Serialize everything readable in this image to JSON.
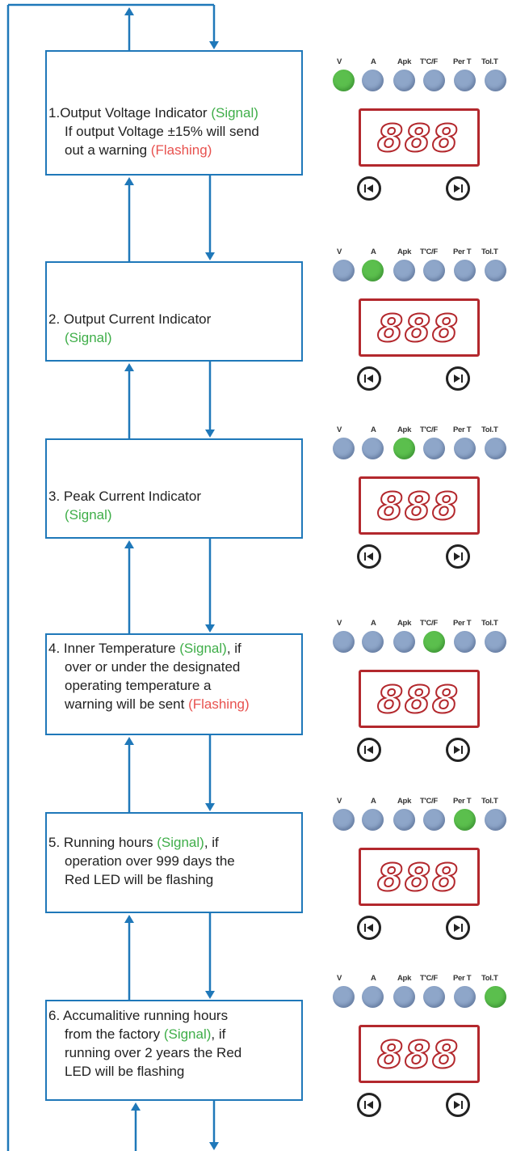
{
  "steps": [
    {
      "num": "1.",
      "lines": [
        [
          {
            "t": "Output Voltage Indicator "
          },
          {
            "t": "(Signal)",
            "c": "sig"
          }
        ],
        [
          {
            "t": "If output Voltage ±15% will send"
          }
        ],
        [
          {
            "t": "out a warning "
          },
          {
            "t": "(Flashing)",
            "c": "fl"
          }
        ]
      ],
      "active": 0
    },
    {
      "num": "2.",
      "lines": [
        [
          {
            "t": " Output Current Indicator"
          }
        ],
        [
          {
            "t": "(Signal)",
            "c": "sig"
          }
        ]
      ],
      "active": 1
    },
    {
      "num": "3.",
      "lines": [
        [
          {
            "t": " Peak Current Indicator"
          }
        ],
        [
          {
            "t": "(Signal)",
            "c": "sig"
          }
        ]
      ],
      "active": 2
    },
    {
      "num": "4.",
      "lines": [
        [
          {
            "t": " Inner Temperature "
          },
          {
            "t": "(Signal)",
            "c": "sig"
          },
          {
            "t": ", if"
          }
        ],
        [
          {
            "t": "over or under the designated"
          }
        ],
        [
          {
            "t": "operating temperature a"
          }
        ],
        [
          {
            "t": "warning will be sent "
          },
          {
            "t": "(Flashing)",
            "c": "fl"
          }
        ]
      ],
      "active": 3
    },
    {
      "num": "5.",
      "lines": [
        [
          {
            "t": " Running hours "
          },
          {
            "t": "(Signal)",
            "c": "sig"
          },
          {
            "t": ", if"
          }
        ],
        [
          {
            "t": "operation over 999 days the"
          }
        ],
        [
          {
            "t": "Red LED will be flashing"
          }
        ]
      ],
      "active": 4
    },
    {
      "num": "6.",
      "lines": [
        [
          {
            "t": " Accumalitive running hours"
          }
        ],
        [
          {
            "t": "from the factory "
          },
          {
            "t": "(Signal)",
            "c": "sig"
          },
          {
            "t": ", if"
          }
        ],
        [
          {
            "t": "running over 2 years the Red"
          }
        ],
        [
          {
            "t": "LED will be flashing"
          }
        ]
      ],
      "active": 5
    }
  ],
  "panel": {
    "labels": [
      "V",
      "A",
      "Apk",
      "T'C/F",
      "Per T",
      "Tol.T"
    ],
    "display": "888"
  },
  "colors": {
    "flow_line": "#1f78b9",
    "signal": "#3fae49",
    "flashing": "#e8524f",
    "led_off": "#8ea6c9",
    "led_on": "#5bbf4d",
    "display": "#b3282d"
  }
}
